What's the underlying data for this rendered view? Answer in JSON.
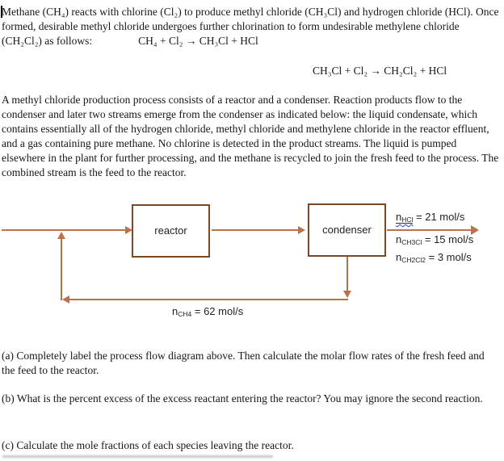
{
  "doc": {
    "paragraph1": "Methane (CH₄) reacts with chlorine (Cl₂) to produce methyl chloride (CH₃Cl) and hydrogen chloride (HCl). Once formed, desirable methyl chloride undergoes further chlorination to form undesirable methylene chloride (CH₂Cl₂) as follows:",
    "equation1": "CH₄ + Cl₂ → CH₃Cl + HCl",
    "equation2": "CH₃Cl + Cl₂ → CH₂Cl₂ + HCl",
    "paragraph2": "A methyl chloride production process consists of a reactor and a condenser. Reaction products flow to the condenser and later two streams emerge from the condenser as indicated below: the liquid condensate, which contains essentially all of the hydrogen chloride, methyl chloride and methylene chloride in the reactor effluent, and a gas containing pure methane. No chlorine is detected in the product streams. The liquid is pumped elsewhere in the plant for further processing, and the methane is recycled to join the fresh feed to the process. The combined stream is the feed to the reactor.",
    "question_a": "(a) Completely label the process flow diagram above. Then calculate the molar flow rates of the fresh feed and the feed to the reactor.",
    "question_b": "(b) What is the percent excess of the excess reactant entering the reactor? You may ignore the second reaction.",
    "question_c": "(c) Calculate the mole fractions of each species leaving the reactor."
  },
  "diagram": {
    "reactor_label": "reactor",
    "condenser_label": "condenser",
    "colors": {
      "line": "#bd7148",
      "box_border": "#7b4a25",
      "squiggle": "#2e3bd8"
    },
    "overhead_streams": [
      {
        "var": "n",
        "sub": "HCl",
        "value": " = 21 mol/s"
      },
      {
        "var": "n",
        "sub": "CH3Cl",
        "value": " = 15 mol/s"
      },
      {
        "var": "n",
        "sub": "CH2Cl2",
        "value": " = 3 mol/s"
      }
    ],
    "recycle_stream": {
      "var": "n",
      "sub": "CH4",
      "value": " = 62 mol/s"
    }
  }
}
